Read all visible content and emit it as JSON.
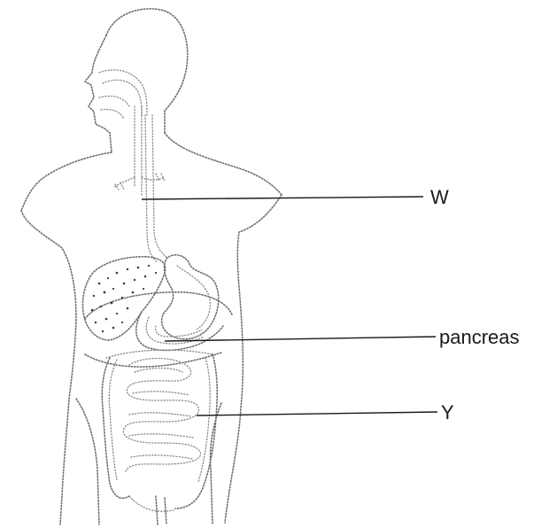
{
  "diagram": {
    "labels": [
      {
        "id": "w",
        "text": "W"
      },
      {
        "id": "pancreas",
        "text": "pancreas"
      },
      {
        "id": "y",
        "text": "Y"
      }
    ]
  }
}
